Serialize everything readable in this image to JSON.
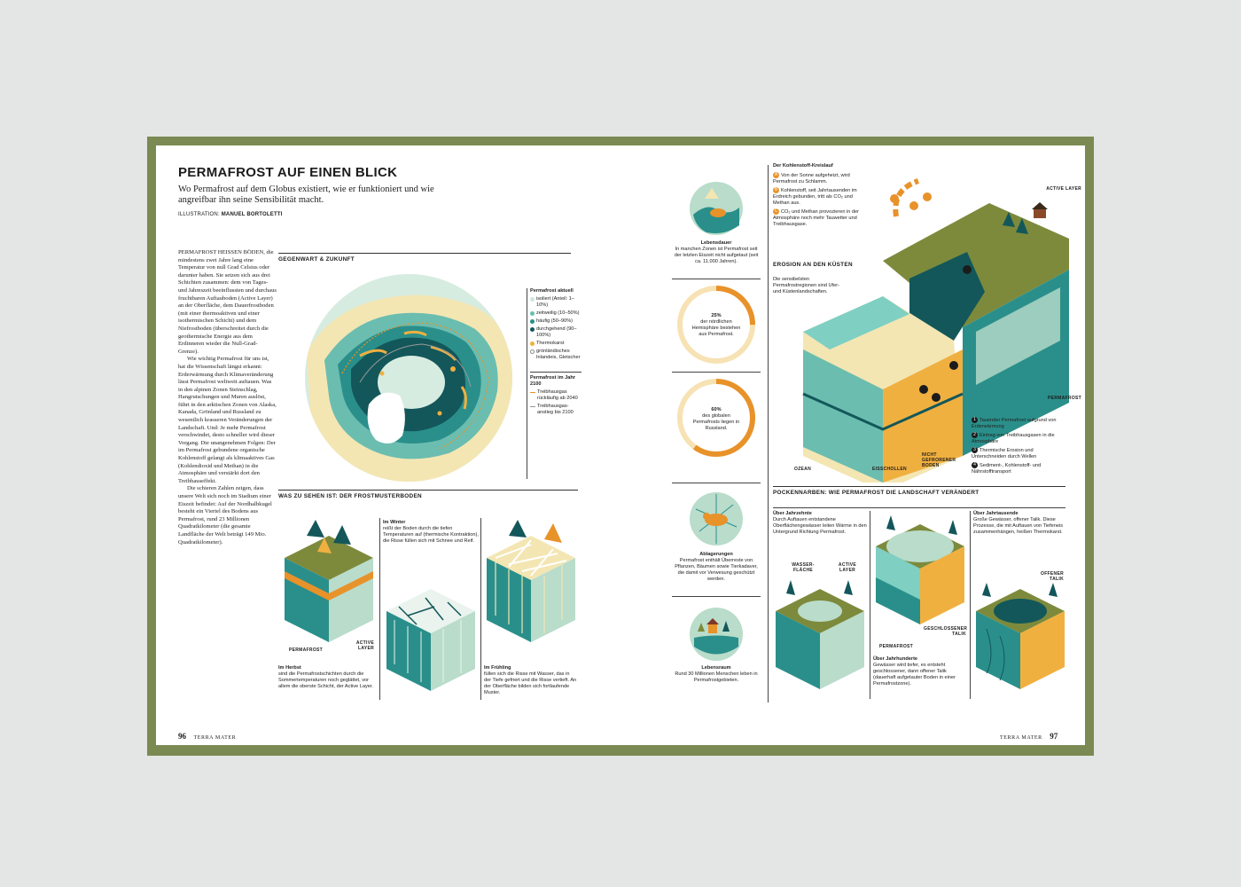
{
  "colors": {
    "spread_border": "#7a8a52",
    "teal_dark": "#13575a",
    "teal": "#2a8f8a",
    "mint": "#b9dccb",
    "cream": "#f3e6b3",
    "orange": "#e8922a",
    "olive": "#7d8a3c"
  },
  "left_page": {
    "title": "PERMAFROST AUF EINEN BLICK",
    "subtitle": "Wo Permafrost auf dem Globus existiert, wie er funktioniert und wie angreifbar ihn seine Sensibilität macht.",
    "credit_label": "ILLUSTRATION:",
    "credit_name": "MANUEL BORTOLETTI",
    "body_paragraphs": [
      "PERMAFROST HEISSEN BÖDEN, die mindestens zwei Jahre lang eine Temperatur von null Grad Celsius oder darunter haben. Sie setzen sich aus drei Schichten zusammen: dem von Tages- und Jahreszeit beeinflussten und durchaus fruchtbaren Auftauboden (Active Layer) an der Oberfläche, dem Dauerfrostboden (mit einer thermoaktiven und einer isothermischen Schicht) und dem Niefrostboden (überschreitet durch die geothermische Energie aus dem Erdinneren wieder die Null-Grad-Grenze).",
      "Wie wichtig Permafrost für uns ist, hat die Wissenschaft längst erkannt: Erderwärmung durch Klimaveränderung lässt Permafrost weltweit auftauen. Was in den alpinen Zonen Steinschlag, Hangrutschungen und Muren auslöst, führt in den arktischen Zonen von Alaska, Kanada, Grönland und Russland zu wesentlich krasseren Veränderungen der Landschaft. Und: Je mehr Permafrost verschwindet, desto schneller wird dieser Vorgang. Die unangenehmen Folgen: Der im Permafrost gebundene organische Kohlenstoff gelangt als klimaaktives Gas (Kohlendioxid und Methan) in die Atmosphäre und verstärkt dort den Treibhauseffekt.",
      "Die schieren Zahlen zeigen, dass unsere Welt sich noch im Stadium einer Eiszeit befindet: Auf der Nordhalbkugel besteht ein Viertel des Bodens aus Permafrost, rund 23 Millionen Quadratkilometer (die gesamte Landfläche der Welt beträgt 149 Mio. Quadratkilometer)."
    ],
    "map_section_title": "GEGENWART & ZUKUNFT",
    "legend": {
      "title": "Permafrost aktuell",
      "items": [
        {
          "label": "isoliert (Anteil: 1–10%)",
          "color": "#cfe6d8"
        },
        {
          "label": "zeitweilig (10–50%)",
          "color": "#6bbdb0"
        },
        {
          "label": "häufig (50–90%)",
          "color": "#2a8f8a"
        },
        {
          "label": "durchgehend (90–100%)",
          "color": "#13575a"
        },
        {
          "label": "Thermokarst",
          "color": "#f0b040"
        },
        {
          "label": "grönländisches Inlandeis, Gletscher",
          "color": "#ffffff"
        }
      ],
      "future_title": "Permafrost im Jahr 2100",
      "future_items": [
        {
          "label": "Treibhausgas rückläufig ab 2040",
          "color": "#e8922a"
        },
        {
          "label": "Treibhausgas-anstieg bis 2100",
          "color": "#999999"
        }
      ]
    },
    "frost_section_title": "WAS ZU SEHEN IST: DER FROSTMUSTERBODEN",
    "frost_labels": {
      "permafrost": "PERMAFROST",
      "active_layer": "ACTIVE LAYER"
    },
    "frost_captions": [
      {
        "title": "Im Herbst",
        "text": "sind die Permafrostschichten durch die Sommertemperaturen noch geglättet, vor allem die oberste Schicht, der Active Layer."
      },
      {
        "title": "Im Winter",
        "text": "reißt der Boden durch die tiefen Temperaturen auf (thermische Kontraktion), die Risse füllen sich mit Schnee und Reif."
      },
      {
        "title": "Im Frühling",
        "text": "füllen sich die Risse mit Wasser, das in der Tiefe gefriert und die Risse vertieft. An der Oberfläche bilden sich fortlaufende Muster."
      }
    ],
    "page_number": "96",
    "magazine": "TERRA MATER"
  },
  "right_page": {
    "circles": [
      {
        "title": "Lebensdauer",
        "text": "In manchen Zonen ist Permafrost seit der letzten Eiszeit nicht aufgetaut (seit ca. 11.000 Jahren)."
      },
      {
        "stat": "25%",
        "text": "der nördlichen Hemisphäre bestehen aus Permafrost.",
        "fraction": 0.25
      },
      {
        "stat": "60%",
        "text": "des globalen Permafrosts liegen in Russland.",
        "fraction": 0.6
      },
      {
        "title": "Ablagerungen",
        "text": "Permafrost enthält Überreste von Pflanzen, Bäumen sowie Tierkadaver, die damit vor Verwesung geschützt werden."
      },
      {
        "title": "Lebensraum",
        "text": "Rund 30 Millionen Menschen leben in Permafrostgebieten."
      }
    ],
    "carbon": {
      "title": "Der Kohlenstoff-Kreislauf",
      "items": [
        {
          "key": "A",
          "text": "Von der Sonne aufgeheizt, wird Permafrost zu Schlamm."
        },
        {
          "key": "B",
          "text": "Kohlenstoff, seit Jahrtausenden im Erdreich gebunden, tritt als CO₂ und Methan aus."
        },
        {
          "key": "C",
          "text": "CO₂ und Methan provozieren in der Atmosphäre noch mehr Tauwetter und Treibhausgase."
        }
      ]
    },
    "erosion": {
      "title": "EROSION AN DEN KÜSTEN",
      "text": "Die sensibelsten Permafrostregionen sind Ufer- und Küstenlandschaften.",
      "labels": {
        "active_layer": "ACTIVE LAYER",
        "permafrost": "PERMAFROST",
        "ozean": "OZEAN",
        "eisschollen": "EISSCHOLLEN",
        "nicht_gefroren": "NICHT GEFRORENER BODEN"
      },
      "items": [
        {
          "key": "1",
          "text": "Tauender Permafrost aufgrund von Erderwärmung"
        },
        {
          "key": "2",
          "text": "Eintrag von Treibhausgasen in die Atmosphäre"
        },
        {
          "key": "3",
          "text": "Thermische Erosion und Unterschneiden durch Wellen"
        },
        {
          "key": "4",
          "text": "Sediment-, Kohlenstoff- und Nährstofftransport"
        }
      ]
    },
    "pock": {
      "title": "POCKENNARBEN: WIE PERMAFROST DIE LANDSCHAFT VERÄNDERT",
      "captions": [
        {
          "title": "Über Jahrzehnte",
          "text": "Durch Auftauen entstandene Oberflächengewässer leiten Wärme in den Untergrund Richtung Permafrost."
        },
        {
          "title": "Über Jahrhunderte",
          "text": "Gewässer wird tiefer, es entsteht geschlossener, dann offener Talik (dauerhaft aufgetauter Boden in einer Permafrostzone)."
        },
        {
          "title": "Über Jahrtausende",
          "text": "Große Gewässer, offener Talik. Diese Prozesse, die mit Auftauen von Tiefeneis zusammenhängen, heißen Thermokarst."
        }
      ],
      "labels": {
        "wasser": "WASSER-FLÄCHE",
        "active_layer": "ACTIVE LAYER",
        "permafrost": "PERMAFROST",
        "geschlossener": "GESCHLOSSENER TALIK",
        "offener": "OFFENER TALIK"
      }
    },
    "page_number": "97",
    "magazine": "TERRA MATER"
  }
}
